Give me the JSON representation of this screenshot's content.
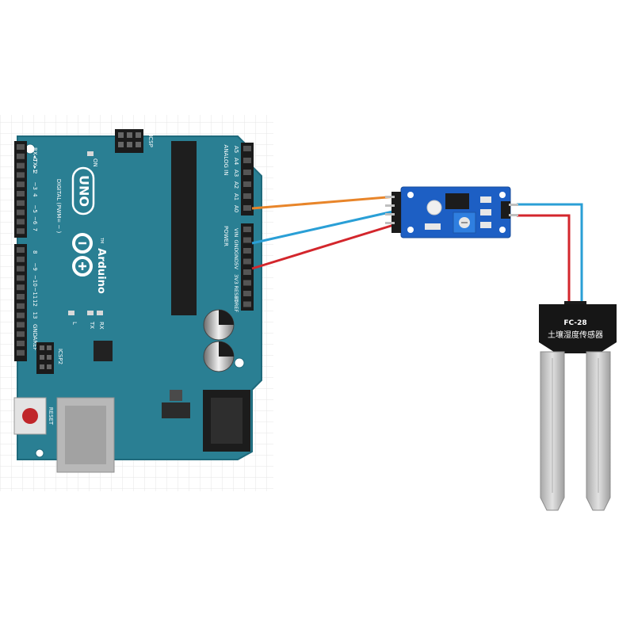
{
  "board": {
    "brand": "Arduino",
    "trademark": "TM",
    "model": "UNO",
    "on_label": "ON",
    "icsp_top": "ICSP",
    "icsp2": "ICSP2",
    "reset": "RESET",
    "tx": "TX",
    "rx": "RX",
    "l": "L",
    "aref": "AREF",
    "gnd_top": "GND",
    "digital_header": "DIGITAL (PWM= ~ )",
    "digital_pins": [
      "RX◂0",
      "TX▸1",
      "2",
      "~3",
      "4",
      "~5",
      "~6",
      "7",
      "8",
      "~9",
      "~10",
      "~11",
      "12",
      "13",
      "GND",
      "AREF"
    ],
    "analog_header": "ANALOG IN",
    "analog_pins": [
      "A5",
      "A4",
      "A3",
      "A2",
      "A1",
      "A0"
    ],
    "power_header": "POWER",
    "power_pins": [
      "VIN",
      "GND",
      "GND",
      "5V",
      "3V3",
      "RESET",
      "IOREF"
    ]
  },
  "sensor": {
    "model": "FC-28",
    "name": "土壤湿度传感器"
  },
  "colors": {
    "board": "#2a7f93",
    "board_edge": "#1f6a7c",
    "module": "#1d5fc4",
    "wire_a0": "#e8852a",
    "wire_gnd": "#2a9fd6",
    "wire_vcc": "#d3262c",
    "probe": "#c9c9c9"
  }
}
